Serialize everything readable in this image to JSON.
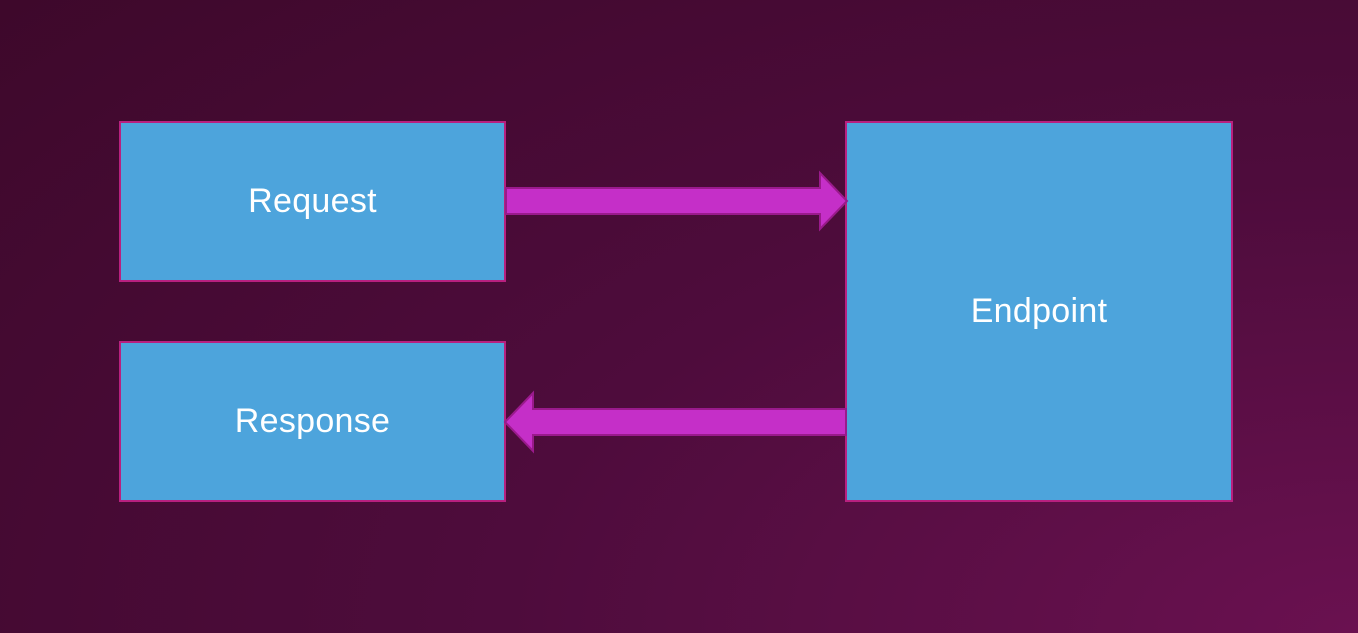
{
  "diagram": {
    "nodes": {
      "request": {
        "label": "Request"
      },
      "response": {
        "label": "Response"
      },
      "endpoint": {
        "label": "Endpoint"
      }
    },
    "edges": [
      {
        "from": "request",
        "to": "endpoint"
      },
      {
        "from": "endpoint",
        "to": "response"
      }
    ]
  },
  "colors": {
    "background_dark": "#3c0829",
    "background_light": "#6a1150",
    "box_fill": "#4da4dc",
    "box_border": "#b8207f",
    "arrow_fill": "#c52fc8",
    "arrow_border": "#9a1a8c",
    "text": "#ffffff"
  }
}
